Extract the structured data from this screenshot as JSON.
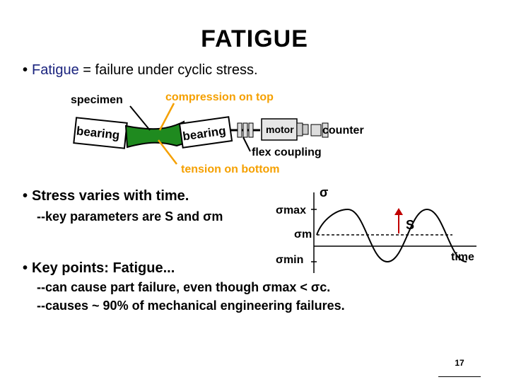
{
  "title": "FATIGUE",
  "bullets": {
    "b1_term": "Fatigue",
    "b1_rest": " = failure under cyclic stress.",
    "b2": "Stress varies with time.",
    "b2_sub": "--key parameters are S and σm",
    "b3": "Key points:  Fatigue...",
    "b3_sub1": "--can cause part failure, even though σmax < σc.",
    "b3_sub2": "--causes ~ 90% of mechanical engineering failures."
  },
  "apparatus": {
    "specimen": "specimen",
    "compression": "compression on top",
    "bearing": "bearing",
    "motor": "motor",
    "counter": "counter",
    "flex_coupling": "flex coupling",
    "tension": "tension on bottom",
    "accent_color": "#f5a000",
    "specimen_color": "#1f8a1f"
  },
  "stress_plot": {
    "y_symbol": "σ",
    "max_label": "σmax",
    "m_label": "σm",
    "min_label": "σmin",
    "s_label": "S",
    "x_label": "time",
    "arrow_color": "#c00000"
  },
  "page_number": "17"
}
